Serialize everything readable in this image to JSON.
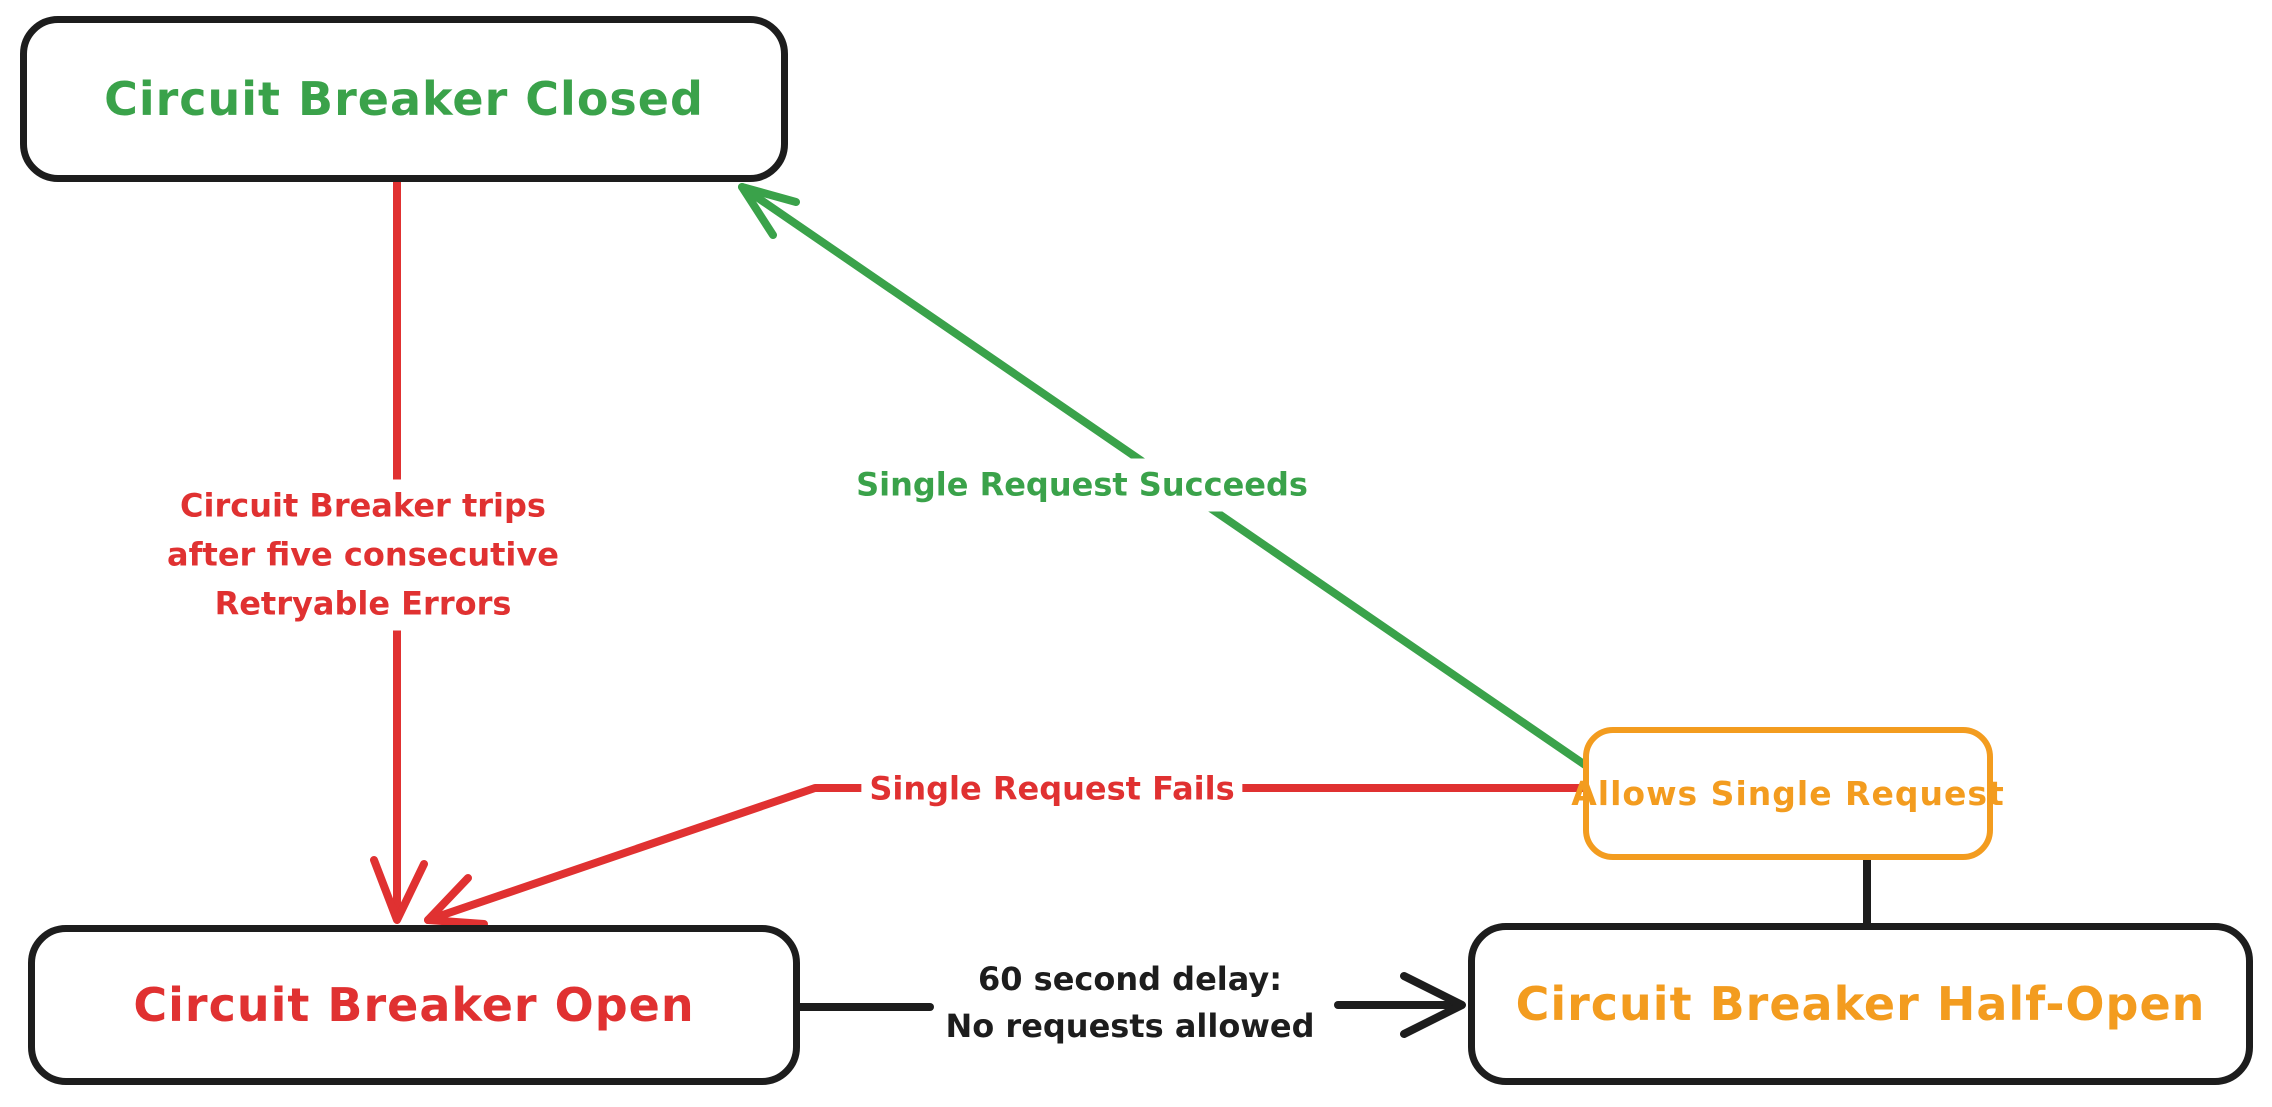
{
  "diagram": {
    "background_color": "#ffffff",
    "colors": {
      "closed_state_green": "#3aa24a",
      "error_red": "#e03131",
      "half_open_orange": "#f39c1f",
      "ink_black": "#1d1d1d"
    },
    "nodes": {
      "closed": {
        "label": "Circuit Breaker Closed"
      },
      "open": {
        "label": "Circuit Breaker Open"
      },
      "half_open": {
        "label": "Circuit Breaker Half-Open"
      },
      "allows_single_request": {
        "label": "Allows Single Request"
      }
    },
    "edges": {
      "trips": {
        "from": "closed",
        "to": "open",
        "lines": [
          "Circuit Breaker trips",
          "after five consecutive",
          "Retryable Errors"
        ]
      },
      "succeeds": {
        "from": "allows_single_request",
        "to": "closed",
        "label": "Single Request Succeeds"
      },
      "fails": {
        "from": "allows_single_request",
        "to": "open",
        "label": "Single Request Fails"
      },
      "delay": {
        "from": "open",
        "to": "half_open",
        "lines": [
          "60 second delay:",
          "No requests allowed"
        ]
      },
      "half_open_allows": {
        "from": "half_open",
        "to": "allows_single_request",
        "label": ""
      }
    }
  }
}
